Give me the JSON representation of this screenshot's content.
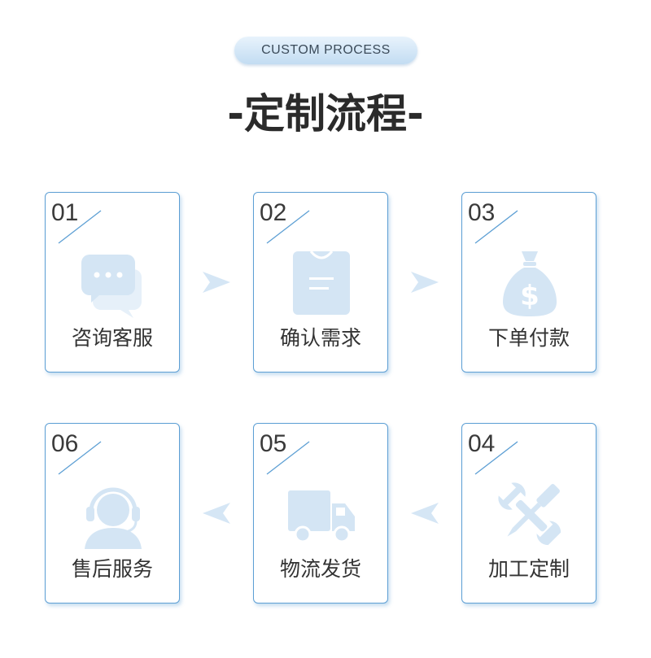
{
  "header": {
    "badge_text": "CUSTOM PROCESS",
    "title": "-定制流程-"
  },
  "colors": {
    "card_border": "#5d9fd4",
    "icon_fill": "#dce9f5",
    "arrow_fill": "#d5e6f5",
    "title_text": "#2b2b2b"
  },
  "steps": [
    {
      "number": "01",
      "label": "咨询客服",
      "icon": "chat-bubbles-icon"
    },
    {
      "number": "02",
      "label": "确认需求",
      "icon": "clipboard-icon"
    },
    {
      "number": "03",
      "label": "下单付款",
      "icon": "money-bag-icon"
    },
    {
      "number": "04",
      "label": "加工定制",
      "icon": "wrench-screwdriver-icon"
    },
    {
      "number": "05",
      "label": "物流发货",
      "icon": "delivery-truck-icon"
    },
    {
      "number": "06",
      "label": "售后服务",
      "icon": "customer-service-headset-icon"
    }
  ]
}
